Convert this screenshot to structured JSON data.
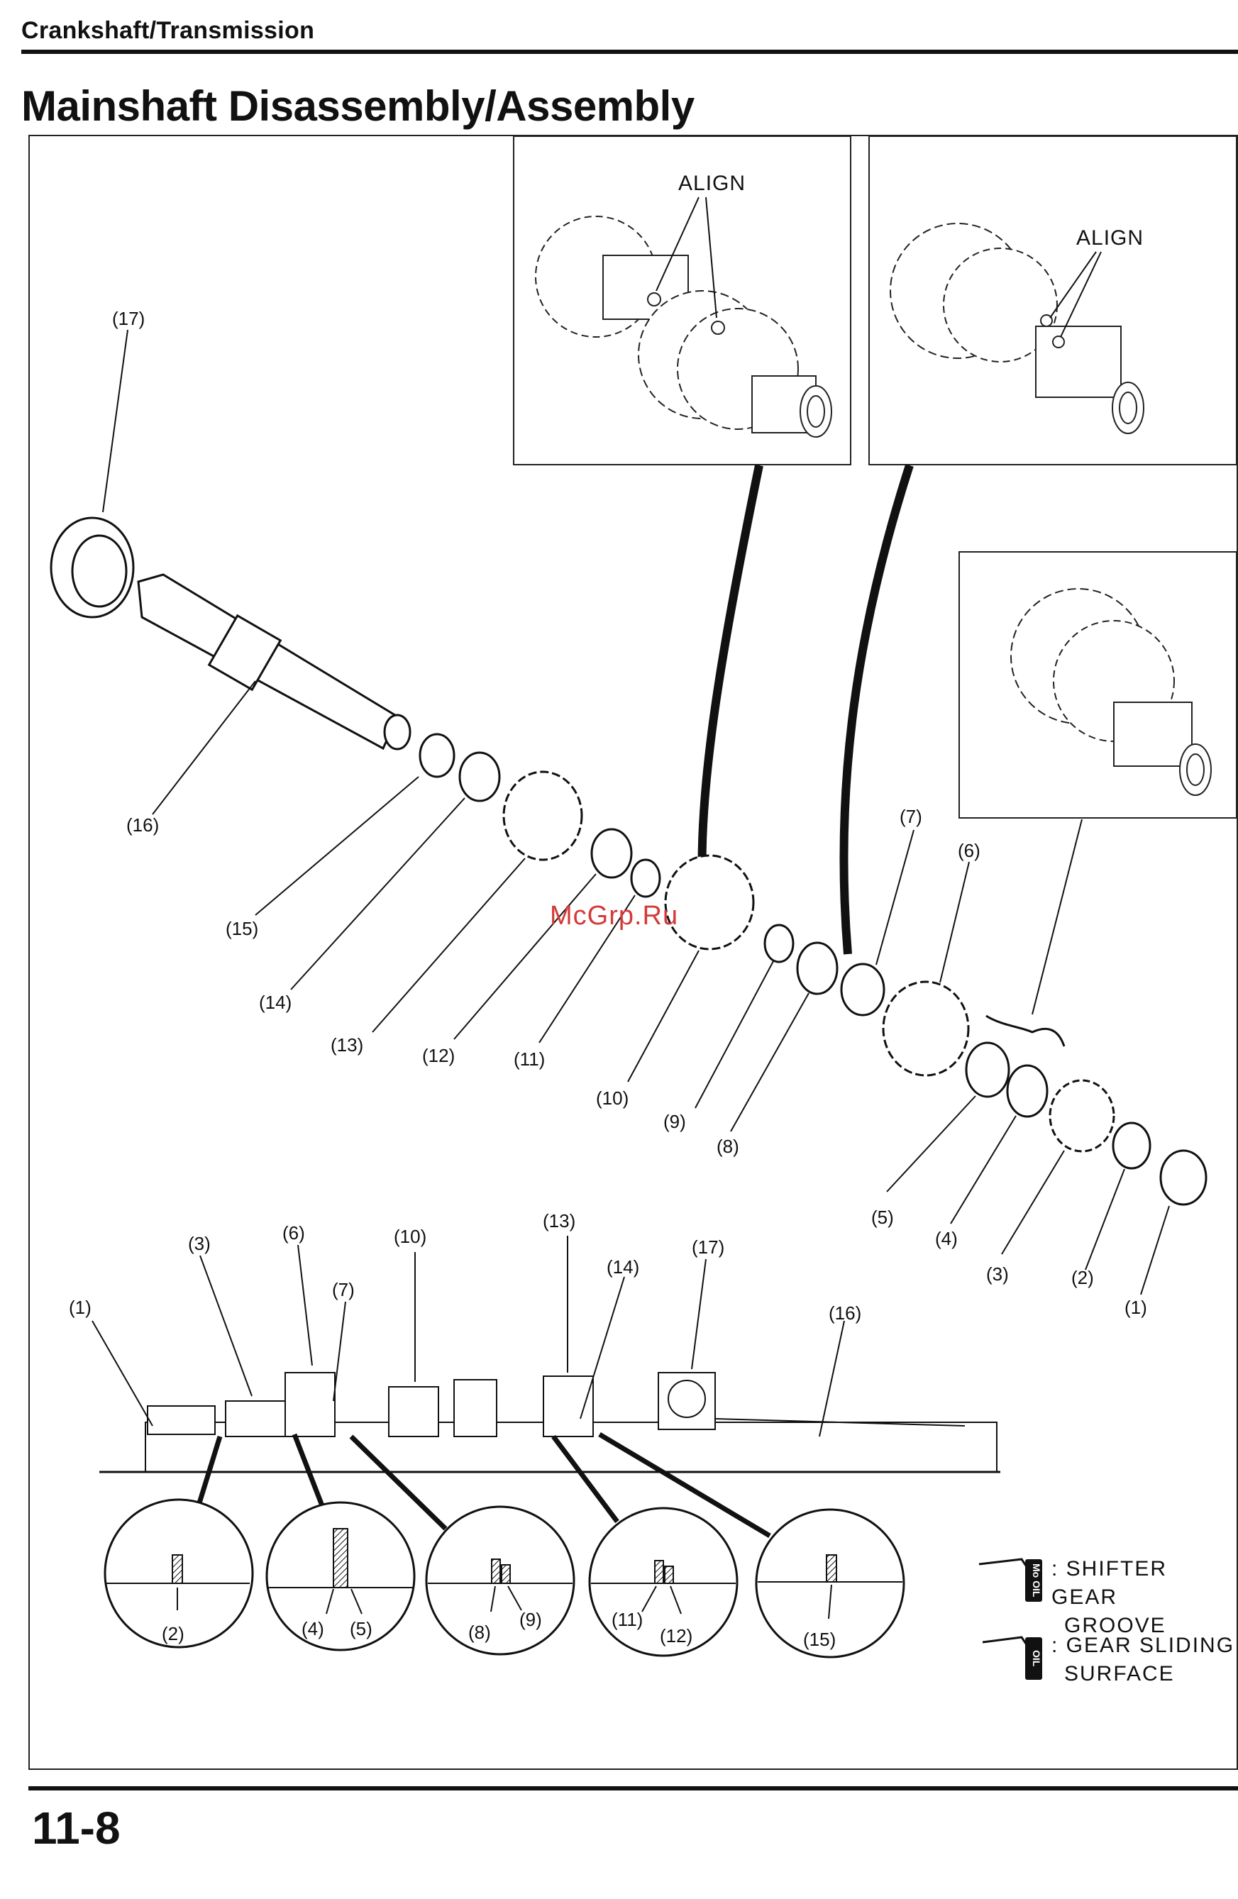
{
  "header": {
    "section": "Crankshaft/Transmission",
    "title": "Mainshaft Disassembly/Assembly"
  },
  "watermark": "McGrp.Ru",
  "callouts": {
    "align_1": "ALIGN",
    "align_2": "ALIGN",
    "exploded": [
      "(17)",
      "(16)",
      "(15)",
      "(14)",
      "(13)",
      "(12)",
      "(11)",
      "(10)",
      "(9)",
      "(8)",
      "(7)",
      "(6)",
      "(5)",
      "(4)",
      "(3)",
      "(2)",
      "(1)"
    ],
    "section": [
      "(1)",
      "(3)",
      "(6)",
      "(7)",
      "(10)",
      "(13)",
      "(14)",
      "(17)",
      "(16)"
    ],
    "details": [
      "(2)",
      "(4)",
      "(5)",
      "(8)",
      "(9)",
      "(11)",
      "(12)",
      "(15)"
    ]
  },
  "legend": {
    "moly": {
      "icon": "Mo OIL",
      "line1": ": SHIFTER GEAR",
      "line2": "GROOVE"
    },
    "oil": {
      "icon": "OIL",
      "line1": ": GEAR SLIDING",
      "line2": "SURFACE"
    }
  },
  "page_number": "11-8"
}
